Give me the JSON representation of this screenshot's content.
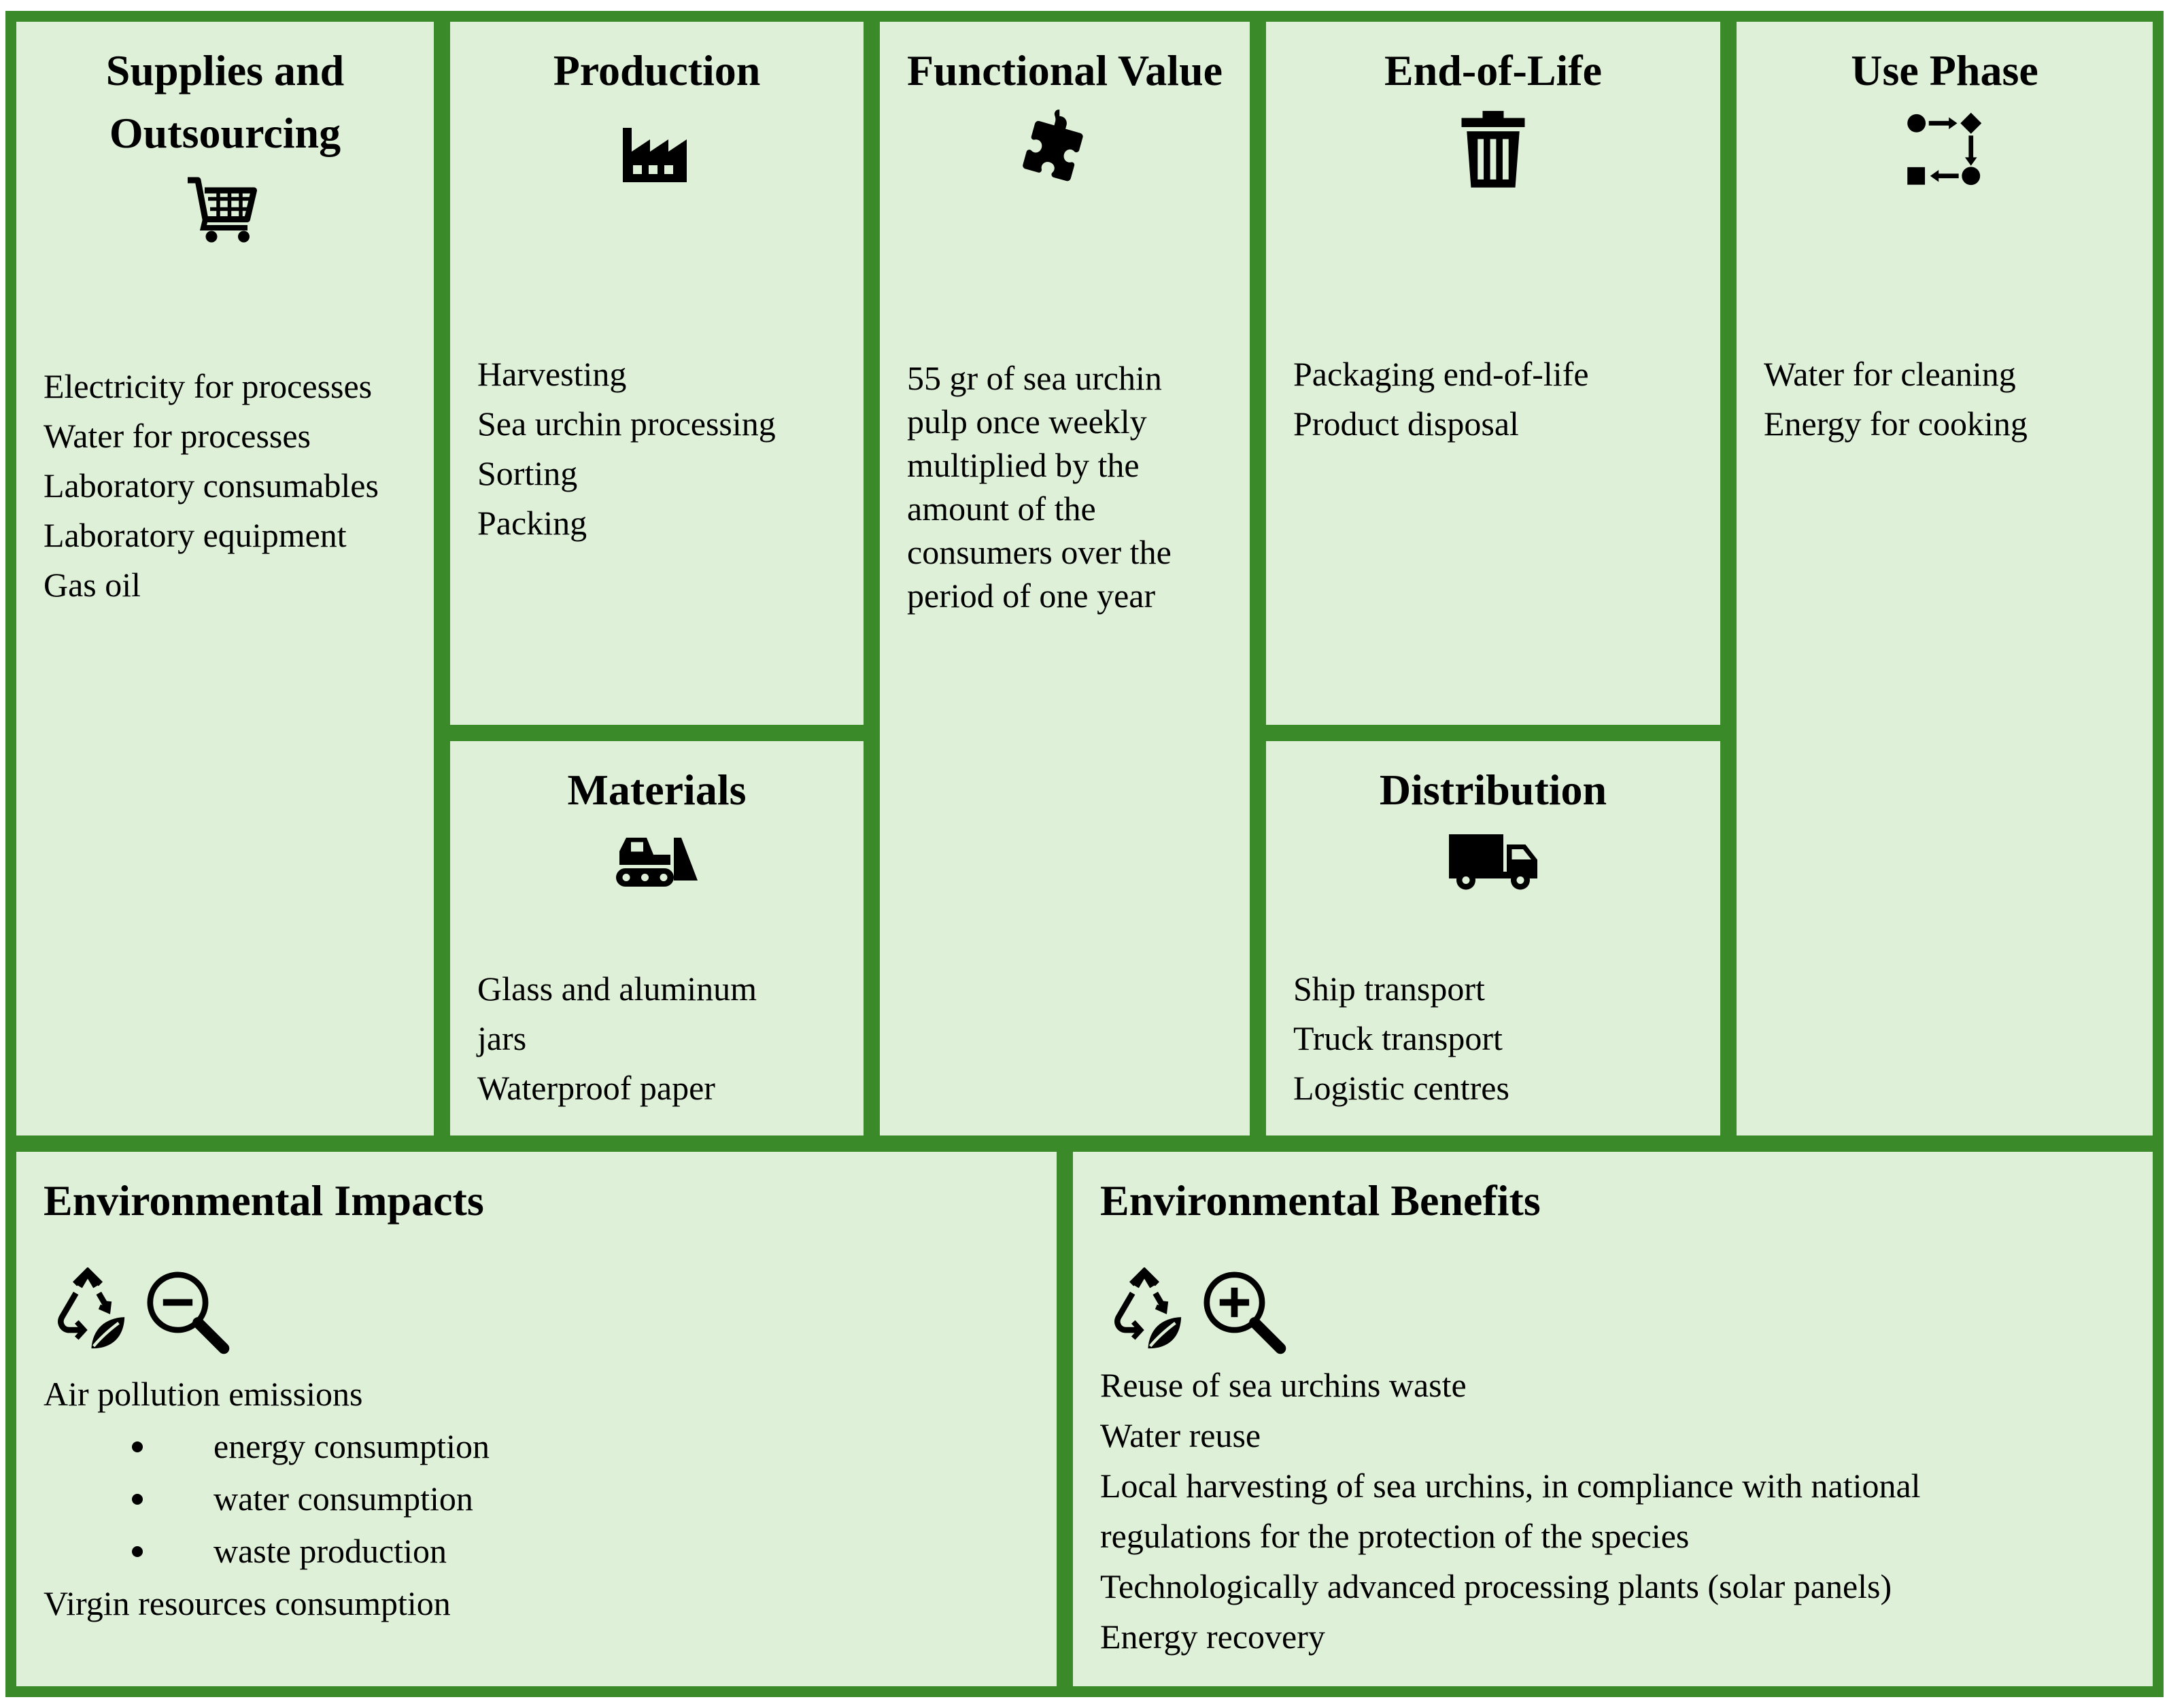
{
  "cells": {
    "supplies": {
      "title": "Supplies and Outsourcing",
      "icon": "shopping-cart-icon",
      "items": [
        "Electricity for processes",
        "Water for processes",
        "Laboratory consumables",
        "Laboratory equipment",
        "Gas oil"
      ]
    },
    "production": {
      "title": "Production",
      "icon": "factory-icon",
      "items": [
        "Harvesting",
        "Sea urchin processing",
        "Sorting",
        "Packing"
      ]
    },
    "functional_value": {
      "title": "Functional Value",
      "icon": "puzzle-piece-icon",
      "text_lines": [
        "55 gr of sea urchin",
        "pulp once weekly",
        "multiplied by the",
        "amount of the",
        "consumers over the",
        "period of one year"
      ]
    },
    "end_of_life": {
      "title": "End-of-Life",
      "icon": "trash-can-icon",
      "items": [
        "Packaging end-of-life",
        "Product disposal"
      ]
    },
    "use_phase": {
      "title": "Use Phase",
      "icon": "process-flow-icon",
      "items": [
        "Water for cleaning",
        "Energy for cooking"
      ]
    },
    "materials": {
      "title": "Materials",
      "icon": "bulldozer-icon",
      "items": [
        "Glass and aluminum",
        "jars",
        "Waterproof paper"
      ]
    },
    "distribution": {
      "title": "Distribution",
      "icon": "truck-icon",
      "items": [
        "Ship transport",
        "Truck transport",
        "Logistic centres"
      ]
    },
    "impacts": {
      "title": "Environmental Impacts",
      "icons": [
        "recycle-leaf-icon",
        "zoom-out-icon"
      ],
      "heading_item": "Air pollution emissions",
      "bullets": [
        "energy consumption",
        "water consumption",
        "waste production"
      ],
      "trailing_item": "Virgin resources consumption"
    },
    "benefits": {
      "title": "Environmental Benefits",
      "icons": [
        "recycle-leaf-icon",
        "zoom-in-icon"
      ],
      "items": [
        "Reuse of sea urchins waste",
        "Water reuse",
        "Local harvesting of sea urchins, in compliance with national",
        "regulations for the protection of the species",
        "Technologically advanced processing plants (solar panels)",
        "Energy recovery"
      ]
    }
  },
  "colors": {
    "border": "#3a8a2a",
    "cell_fill": "#dff0d8",
    "text": "#000000"
  }
}
